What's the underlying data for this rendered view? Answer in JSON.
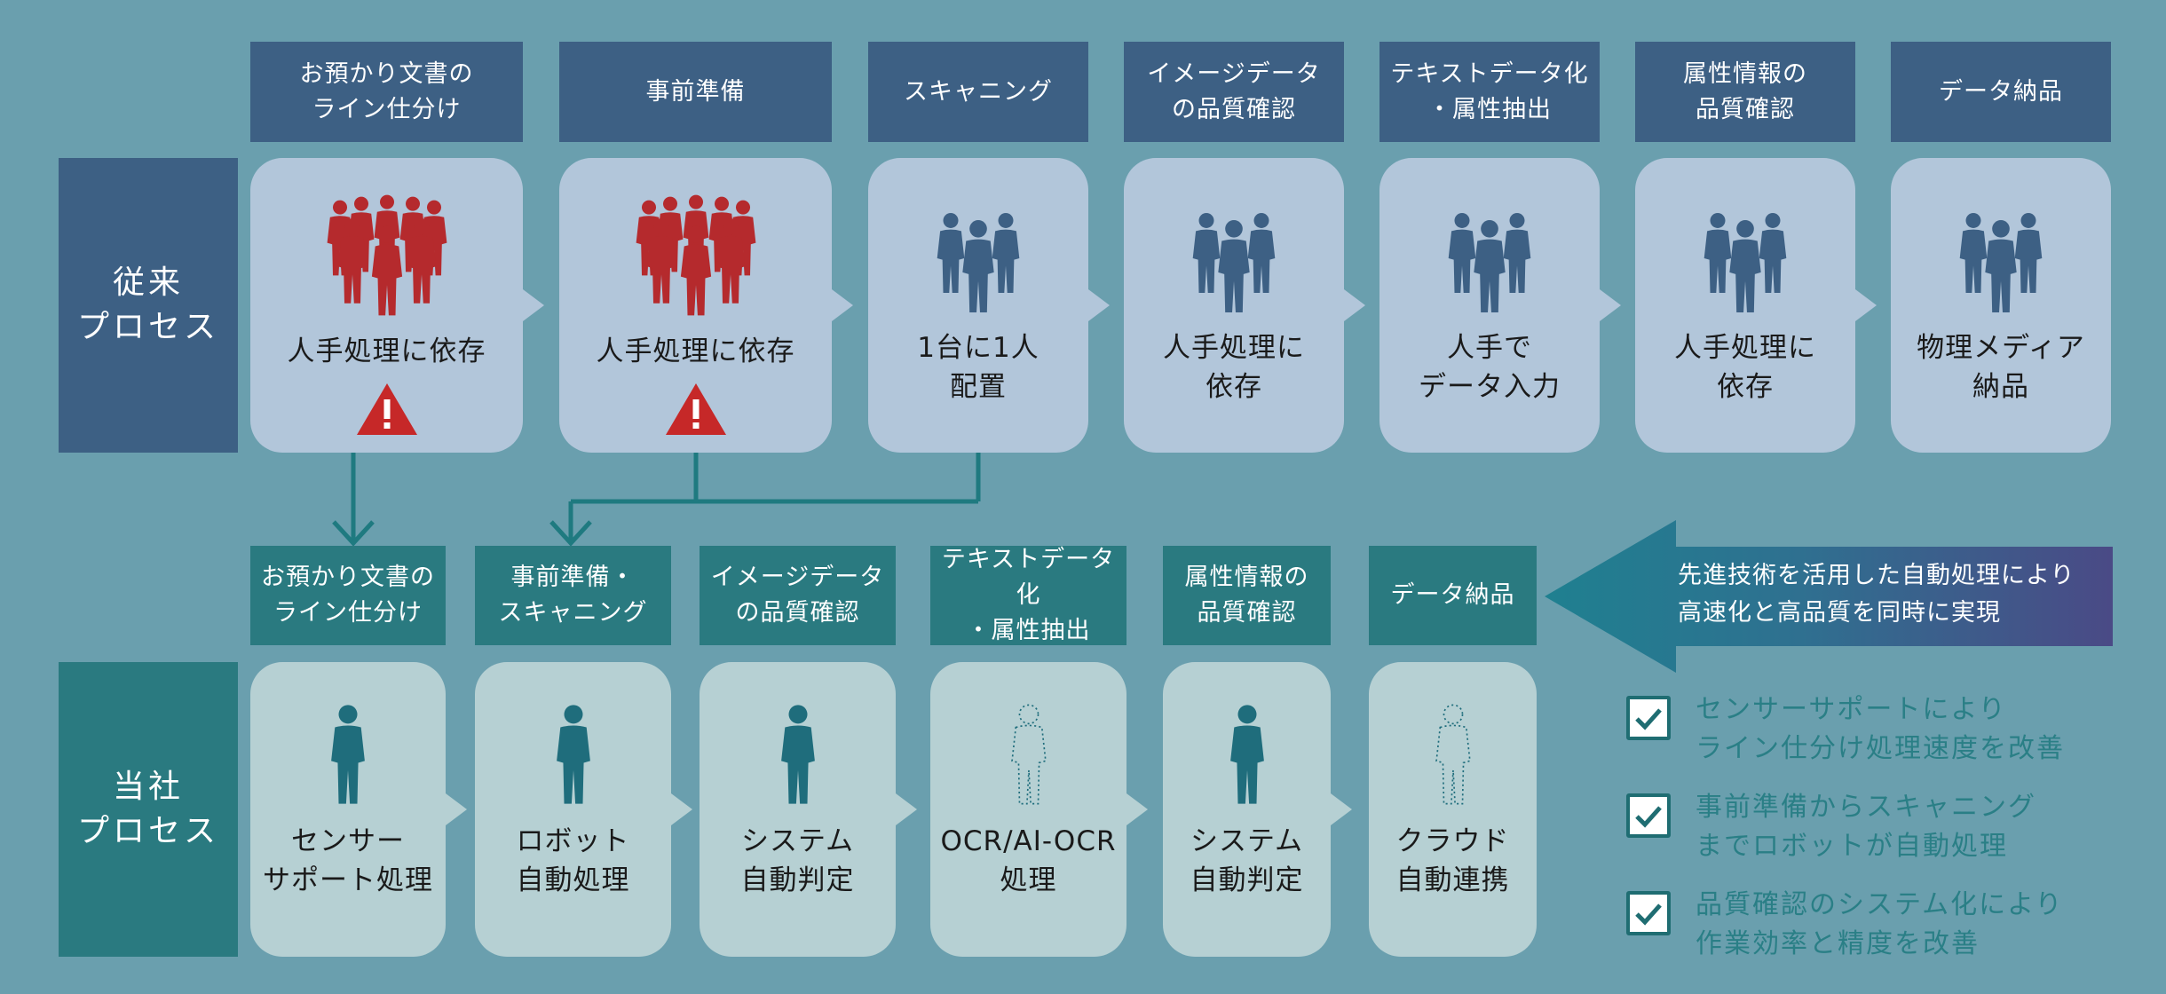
{
  "colors": {
    "background": "#6a9fae",
    "top_header": "#3d6084",
    "bottom_header": "#2a7a80",
    "top_card": "#b2c6da",
    "bottom_card": "#b6d0d3",
    "crowd_red": "#b52a2d",
    "person_blue": "#3d6084",
    "person_teal": "#1f6d7c"
  },
  "conventional": {
    "label": "従来\nプロセス",
    "steps": [
      {
        "header": "お預かり文書の\nライン仕分け",
        "text": "人手処理に依存",
        "icon": "crowd-red-icon",
        "warning": true
      },
      {
        "header": "事前準備",
        "text": "人手処理に依存",
        "icon": "crowd-red-icon",
        "warning": true
      },
      {
        "header": "スキャニング",
        "text": "1台に1人\n配置",
        "icon": "group-blue-icon",
        "warning": false
      },
      {
        "header": "イメージデータ\nの品質確認",
        "text": "人手処理に\n依存",
        "icon": "group-blue-icon",
        "warning": false
      },
      {
        "header": "テキストデータ化\n・属性抽出",
        "text": "人手で\nデータ入力",
        "icon": "group-blue-icon",
        "warning": false
      },
      {
        "header": "属性情報の\n品質確認",
        "text": "人手処理に\n依存",
        "icon": "group-blue-icon",
        "warning": false
      },
      {
        "header": "データ納品",
        "text": "物理メディア\n納品",
        "icon": "group-blue-icon",
        "warning": false
      }
    ]
  },
  "company": {
    "label": "当社\nプロセス",
    "steps": [
      {
        "header": "お預かり文書の\nライン仕分け",
        "text": "センサー\nサポート処理",
        "icon": "person-solid-icon"
      },
      {
        "header": "事前準備・\nスキャニング",
        "text": "ロボット\n自動処理",
        "icon": "person-solid-icon"
      },
      {
        "header": "イメージデータ\nの品質確認",
        "text": "システム\n自動判定",
        "icon": "person-solid-icon"
      },
      {
        "header": "テキストデータ化\n・属性抽出",
        "text": "OCR/AI-OCR\n処理",
        "icon": "person-dotted-icon"
      },
      {
        "header": "属性情報の\n品質確認",
        "text": "システム\n自動判定",
        "icon": "person-solid-icon"
      },
      {
        "header": "データ納品",
        "text": "クラウド\n自動連携",
        "icon": "person-dotted-icon"
      }
    ]
  },
  "banner": {
    "text": "先進技術を活用した自動処理により\n高速化と高品質を同時に実現"
  },
  "benefits": [
    {
      "text": "センサーサポートにより\nライン仕分け処理速度を改善",
      "icon": "checkbox-icon"
    },
    {
      "text": "事前準備からスキャニング\nまでロボットが自動処理",
      "icon": "checkbox-icon"
    },
    {
      "text": "品質確認のシステム化により\n作業効率と精度を改善",
      "icon": "checkbox-icon"
    }
  ]
}
